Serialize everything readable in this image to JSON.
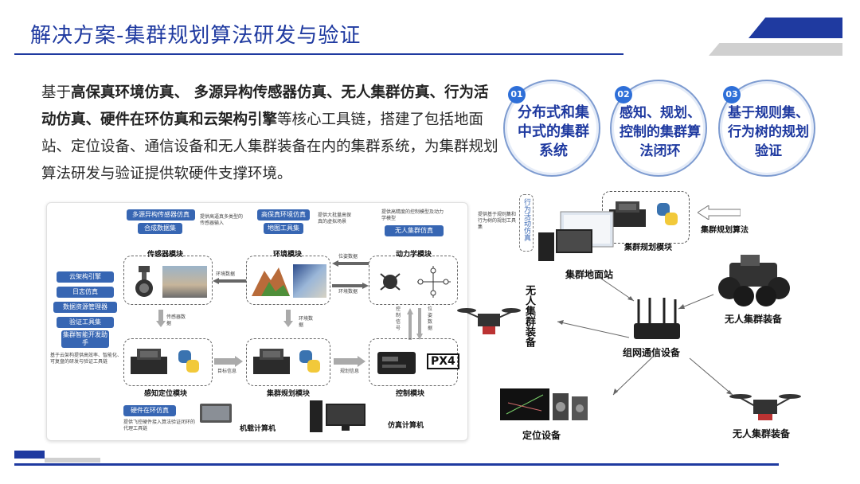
{
  "header": {
    "title": "解决方案-集群规划算法研发与验证"
  },
  "intro": {
    "p1": "基于",
    "b1": "高保真环境仿真、 多源异构传感器仿真、无人集群仿真、",
    "b2": "行为活动仿真、硬件在环仿真和云架构引擎",
    "p2": "等核心工具链，搭建了包括地面站、定位设备、通信设备和无人集群装备在内的集群系统，为集群规划算法研发与验证提供软硬件支撑环境。"
  },
  "circles": [
    {
      "num": "01",
      "text": "分布式和集中式的集群系统"
    },
    {
      "num": "02",
      "text": "感知、规划、控制的集群算法闭环"
    },
    {
      "num": "03",
      "text": "基于规则集、行为树的规划验证"
    }
  ],
  "diagram": {
    "tags": {
      "multi_sensor": "多源异构传感器仿真",
      "synth_data": "合成数据集",
      "hifi_env": "高保真环境仿真",
      "map_tool": "地图工具集",
      "swarm_sim": "无人集群仿真",
      "cloud": "云架构引擎",
      "log": "日志仿真",
      "db": "数据资源管理器",
      "verify": "验证工具集",
      "intel": "集群智能开发助手",
      "hil": "硬件在环仿真"
    },
    "notes": {
      "sensor": "提供高逼真多类型的传感器输入",
      "env": "提供大批量高保真的虚拟场景",
      "dyn": "提供高精度的控制模型及动力学模型",
      "cloud": "基于云架构提供高效率、智能化、可复盘的研发与验证工具链",
      "hil": "提供飞控硬件接入算法验证闭环的代理工具链"
    },
    "modules": {
      "sensor": "传感器模块",
      "env": "环境模块",
      "dyn": "动力学模块",
      "perc": "感知定位模块",
      "plan": "集群规划模块",
      "ctrl": "控制模块",
      "onboard": "机载计算机",
      "simpc": "仿真计算机"
    },
    "flows": {
      "env_data": "环境数据",
      "env_data2": "环境数据",
      "pose1": "位姿数据",
      "pose2": "位姿数据",
      "sensor_data": "传感器数据",
      "target": "目标信息",
      "plan_info": "规划信息",
      "ctrl_sig": "控制信号",
      "pose3": "位姿数据"
    },
    "px4": "PX4"
  },
  "right": {
    "behavior_sim": "行为活动仿真",
    "rule_note": "提供基于规则集和行为树的规划工具集",
    "plan_module": "集群规划模块",
    "plan_algo": "集群规划算法",
    "ground": "集群地面站",
    "swarm_vert": "无人集群装备",
    "router": "组网通信设备",
    "swarm_top": "无人集群装备",
    "swarm_bottom": "无人集群装备",
    "locator": "定位设备"
  },
  "colors": {
    "brand": "#1f3aa0",
    "accent": "#2e6fd8",
    "tag": "#3766b3",
    "grey": "#d0d0d0"
  }
}
